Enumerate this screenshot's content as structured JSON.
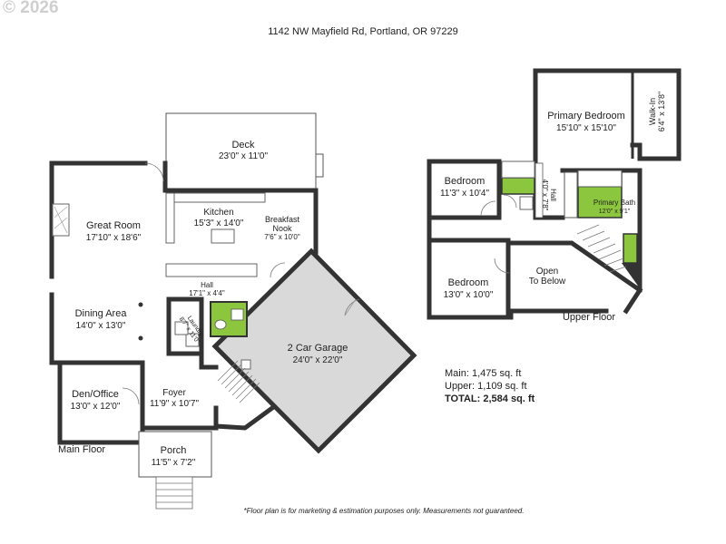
{
  "watermark": "© 2026",
  "address": "1142 NW Mayfield Rd, Portland, OR 97229",
  "floors": {
    "main": "Main Floor",
    "upper": "Upper Floor"
  },
  "rooms": {
    "deck": {
      "name": "Deck",
      "size": "23'0\" x 11'0\""
    },
    "great_room": {
      "name": "Great Room",
      "size": "17'10\" x 18'6\""
    },
    "kitchen": {
      "name": "Kitchen",
      "size": "15'3\" x 14'0\""
    },
    "breakfast": {
      "name1": "Breakfast",
      "name2": "Nook",
      "size": "7'6\" x 10'0\""
    },
    "hall_main": {
      "name": "Hall",
      "size": "17'1\" x 4'4\""
    },
    "dining": {
      "name": "Dining Area",
      "size": "14'0\" x 13'0\""
    },
    "laundry": {
      "name": "Laundry",
      "size": "8'7\" x 11'0\""
    },
    "garage": {
      "name": "2 Car Garage",
      "size": "24'0\" x 22'0\""
    },
    "den": {
      "name": "Den/Office",
      "size": "13'0\" x 12'0\""
    },
    "foyer": {
      "name": "Foyer",
      "size": "11'9\" x 10'7\""
    },
    "porch": {
      "name": "Porch",
      "size": "11'5\" x 7'2\""
    },
    "bedroom1": {
      "name": "Bedroom",
      "size": "11'3\" x 10'4\""
    },
    "hall_upper": {
      "name": "Hall",
      "size": "4'0\" x 7'8\""
    },
    "primary_bed": {
      "name": "Primary Bedroom",
      "size": "15'10\" x 15'10\""
    },
    "walkin": {
      "name": "Walk-In",
      "size": "6'4\" x 13'8\""
    },
    "primary_bath": {
      "name": "Primary Bath",
      "size": "12'0\" x 9'1\""
    },
    "bedroom2": {
      "name": "Bedroom",
      "size": "13'0\" x 10'0\""
    },
    "open_below": {
      "line1": "Open",
      "line2": "To Below"
    }
  },
  "stats": {
    "main": "Main: 1,475 sq. ft",
    "upper": "Upper: 1,109 sq. ft",
    "total": "TOTAL: 2,584 sq. ft"
  },
  "disclaimer": "*Floor plan is for marketing & estimation purposes only. Measurements not guaranteed.",
  "colors": {
    "wall": "#333333",
    "garage_fill": "#d9d9d9",
    "bath_green": "#8cc63f",
    "background": "#ffffff"
  }
}
